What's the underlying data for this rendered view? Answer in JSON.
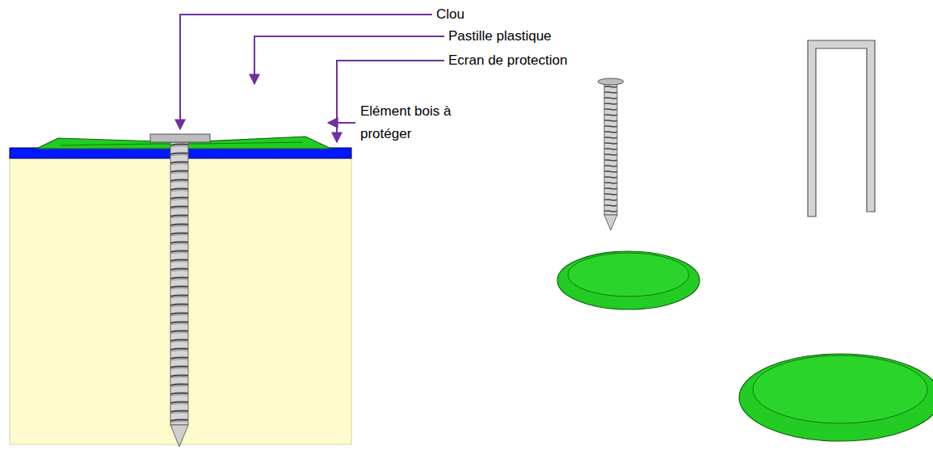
{
  "diagram": {
    "labels": [
      "Clou",
      "Pastille plastique",
      "Ecran de protection",
      "Elément bois à protéger"
    ]
  }
}
